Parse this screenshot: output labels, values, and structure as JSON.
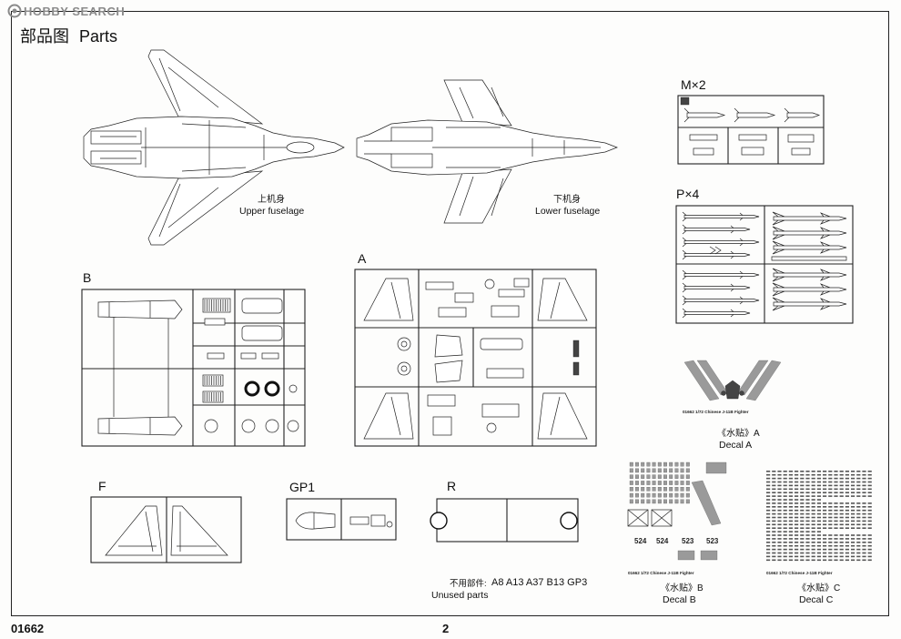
{
  "watermark": "HOBBY SEARCH",
  "header": {
    "title_cn": "部品图",
    "title_en": "Parts"
  },
  "parts": {
    "upper_fuselage": {
      "label_cn": "上机身",
      "label_en": "Upper fuselage"
    },
    "lower_fuselage": {
      "label_cn": "下机身",
      "label_en": "Lower fuselage"
    }
  },
  "sprues": {
    "M": "M×2",
    "P": "P×4",
    "B": "B",
    "A": "A",
    "F": "F",
    "GP1": "GP1",
    "R": "R"
  },
  "decals": {
    "A": {
      "label_cn": "《水贴》A",
      "label_en": "Decal A",
      "caption": "01662 1/72 Chinese J-11B Fighter"
    },
    "B": {
      "label_cn": "《水贴》B",
      "label_en": "Decal B",
      "caption": "01662 1/72 Chinese J-11B Fighter",
      "numbers": [
        "524",
        "524",
        "523",
        "523"
      ]
    },
    "C": {
      "label_cn": "《水贴》C",
      "label_en": "Decal C",
      "caption": "01662 1/72 Chinese J-11B Fighter"
    }
  },
  "unused": {
    "label_cn": "不用部件:",
    "parts": "A8 A13 A37 B13 GP3",
    "label_en": "Unused parts"
  },
  "footer": {
    "code": "01662",
    "page": "2"
  }
}
